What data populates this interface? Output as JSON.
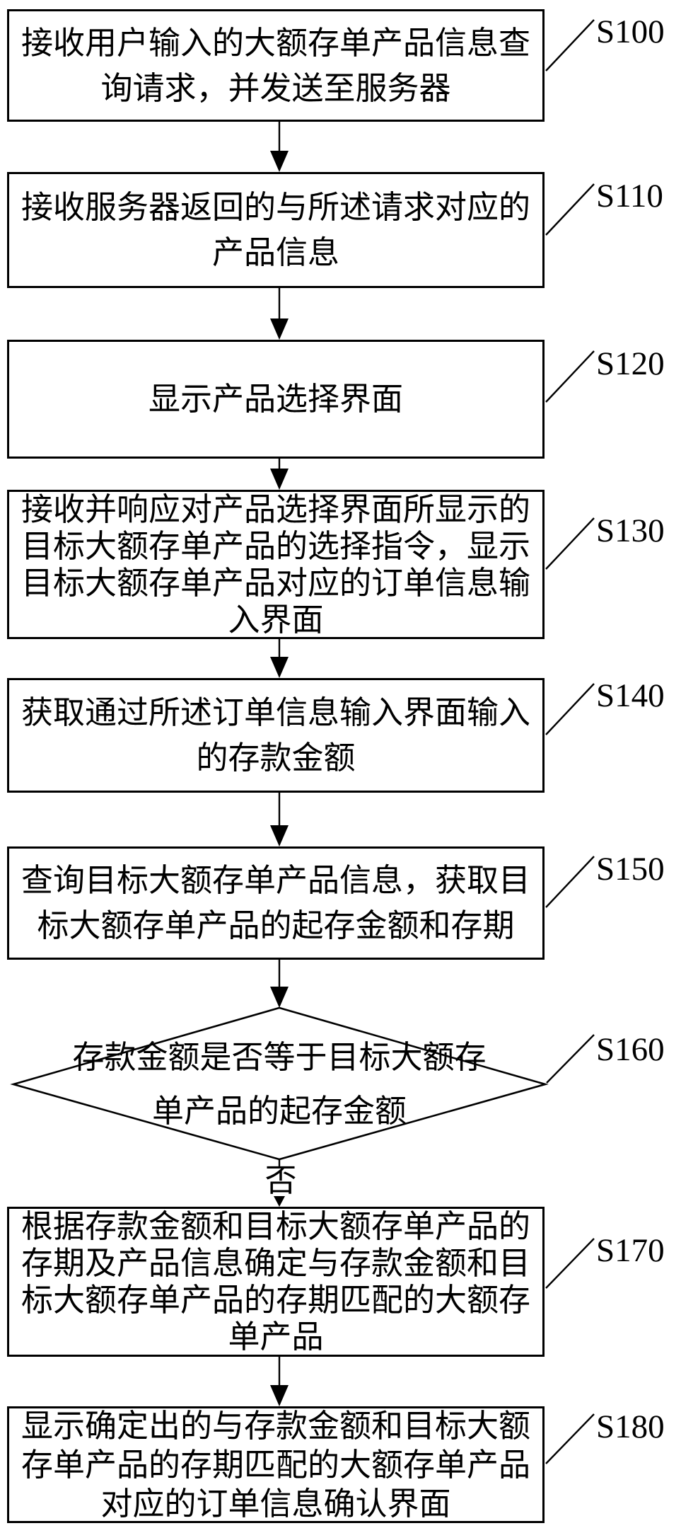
{
  "figure": {
    "kind": "patent-flowchart",
    "background_color": "#ffffff",
    "line_color": "#000000",
    "text_color": "#000000"
  },
  "steps": [
    {
      "label": "S100",
      "shape": "rect",
      "text": "接收用户输入的大额存单产品信息查\n询请求，并发送至服务器"
    },
    {
      "label": "S110",
      "shape": "rect",
      "text": "接收服务器返回的与所述请求对应的\n产品信息"
    },
    {
      "label": "S120",
      "shape": "rect",
      "text": "显示产品选择界面"
    },
    {
      "label": "S130",
      "shape": "rect",
      "text": "接收并响应对产品选择界面所显示的\n目标大额存单产品的选择指令，显示\n目标大额存单产品对应的订单信息输\n入界面"
    },
    {
      "label": "S140",
      "shape": "rect",
      "text": "获取通过所述订单信息输入界面输入\n的存款金额"
    },
    {
      "label": "S150",
      "shape": "rect",
      "text": "查询目标大额存单产品信息，获取目\n标大额存单产品的起存金额和存期"
    },
    {
      "label": "S160",
      "shape": "diamond",
      "text": "存款金额是否等于目标大额存\n单产品的起存金额",
      "branch_label": "否"
    },
    {
      "label": "S170",
      "shape": "rect",
      "text": "根据存款金额和目标大额存单产品的\n存期及产品信息确定与存款金额和目\n标大额存单产品的存期匹配的大额存\n单产品"
    },
    {
      "label": "S180",
      "shape": "rect",
      "text": "显示确定出的与存款金额和目标大额\n存单产品的存期匹配的大额存单产品\n对应的订单信息确认界面"
    }
  ]
}
